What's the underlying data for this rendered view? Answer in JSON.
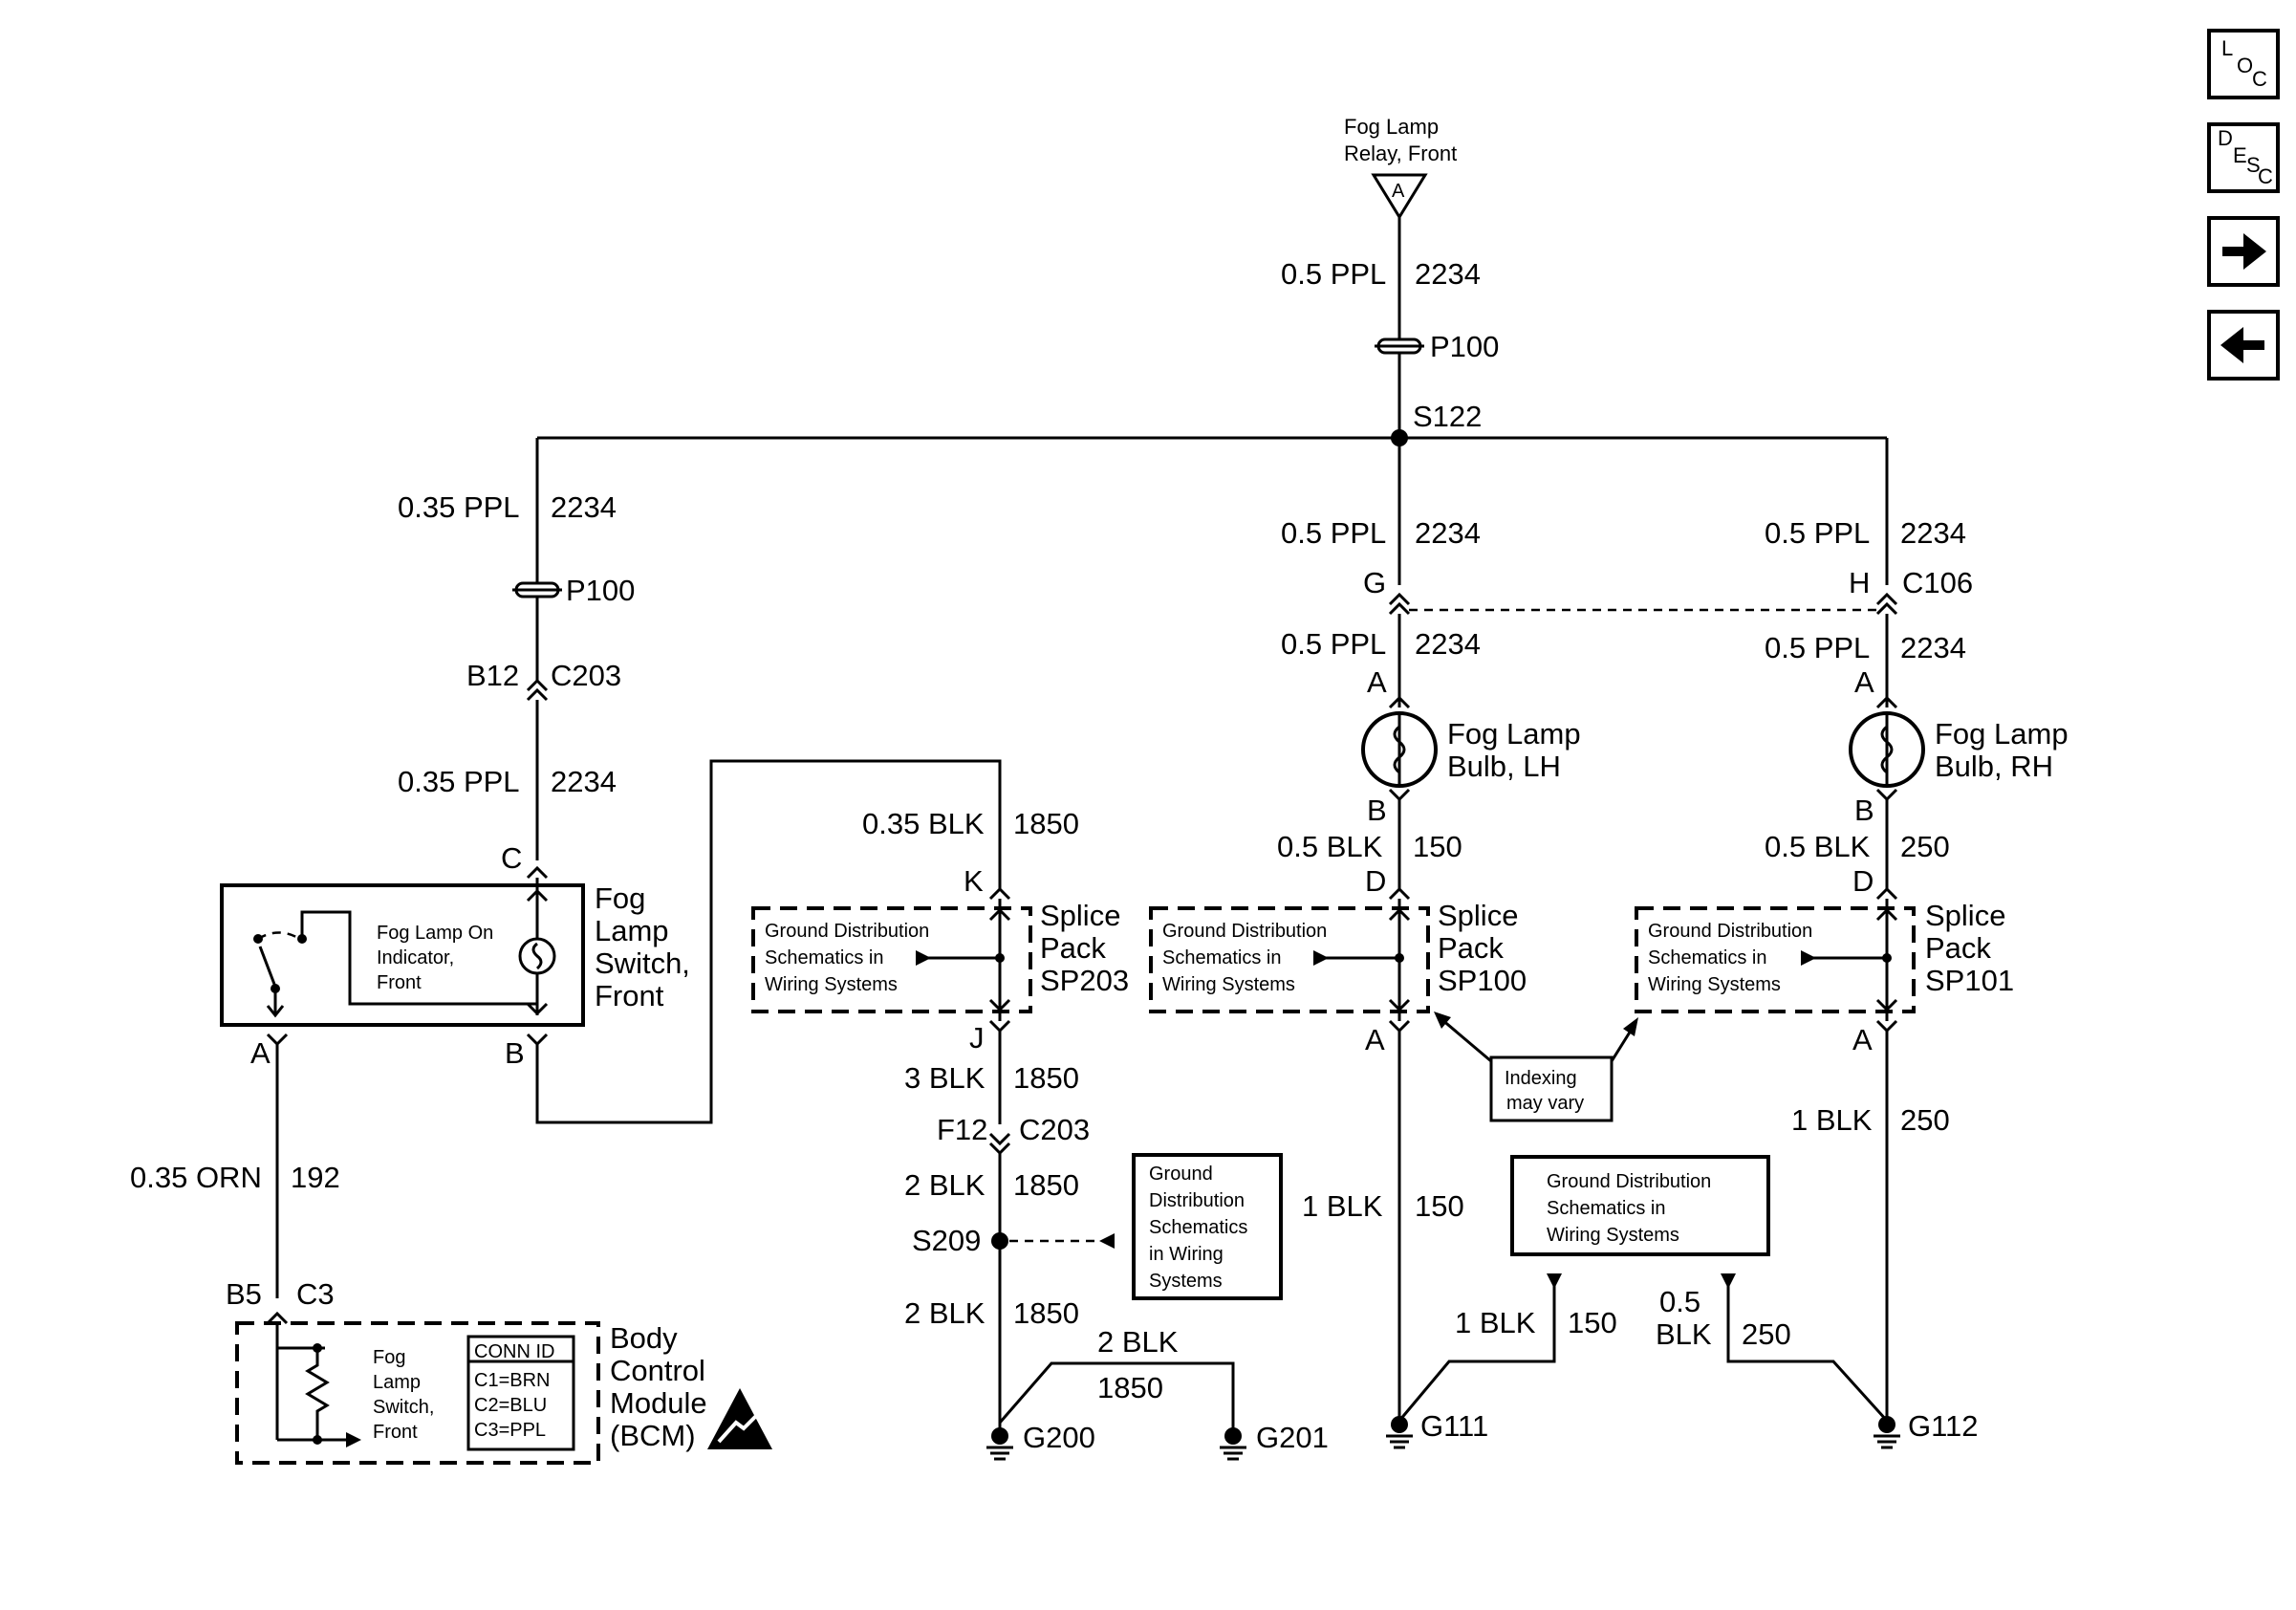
{
  "nav": {
    "loc": {
      "l": "L",
      "o": "O",
      "c": "C"
    },
    "desc": {
      "d": "D",
      "e": "E",
      "s": "S",
      "c": "C"
    },
    "forward_icon": "arrow-right-icon",
    "back_icon": "arrow-left-icon"
  },
  "relay": {
    "line1": "Fog Lamp",
    "line2": "Relay, Front",
    "pin": "A"
  },
  "top_wire": {
    "gauge": "0.5 PPL",
    "circuit": "2234"
  },
  "top_connector": "P100",
  "splice_top": "S122",
  "left_branch": {
    "wire1": {
      "gauge": "0.35 PPL",
      "circuit": "2234"
    },
    "connector": "P100",
    "pin": "B12",
    "c203": "C203",
    "wire2": {
      "gauge": "0.35 PPL",
      "circuit": "2234"
    },
    "pin_c": "C"
  },
  "switch": {
    "indicator": [
      "Fog Lamp On",
      "Indicator,",
      "Front"
    ],
    "label": [
      "Fog",
      "Lamp",
      "Switch,",
      "Front"
    ],
    "pin_a": "A",
    "pin_b": "B"
  },
  "orn_wire": {
    "gauge": "0.35 ORN",
    "circuit": "192"
  },
  "bcm": {
    "pin": "B5",
    "conn": "C3",
    "inner": [
      "Fog",
      "Lamp",
      "Switch,",
      "Front"
    ],
    "conn_id": [
      "CONN ID",
      "C1=BRN",
      "C2=BLU",
      "C3=PPL"
    ],
    "label": [
      "Body",
      "Control",
      "Module",
      "(BCM)"
    ]
  },
  "sp203": {
    "wire_in": {
      "gauge": "0.35 BLK",
      "circuit": "1850"
    },
    "pin_k": "K",
    "gd": [
      "Ground Distribution",
      "Schematics in",
      "Wiring Systems"
    ],
    "label": [
      "Splice",
      "Pack",
      "SP203"
    ],
    "pin_j": "J",
    "wire_out": {
      "gauge": "3 BLK",
      "circuit": "1850"
    },
    "c203_pin": "F12",
    "c203": "C203",
    "wire2": {
      "gauge": "2 BLK",
      "circuit": "1850"
    },
    "splice": "S209",
    "wire3": {
      "gauge": "2 BLK",
      "circuit": "1850"
    },
    "g201_wire": {
      "gauge": "2 BLK",
      "circuit": "1850"
    },
    "g200": "G200",
    "g201": "G201"
  },
  "gd_box_s209": [
    "Ground",
    "Distribution",
    "Schematics",
    "in Wiring",
    "Systems"
  ],
  "lh": {
    "wire1": {
      "gauge": "0.5 PPL",
      "circuit": "2234"
    },
    "pin_g": "G",
    "wire2": {
      "gauge": "0.5 PPL",
      "circuit": "2234"
    },
    "pin_a": "A",
    "bulb": [
      "Fog Lamp",
      "Bulb, LH"
    ],
    "pin_b": "B",
    "wire3": {
      "gauge": "0.5 BLK",
      "circuit": "150"
    },
    "pin_d": "D",
    "gd": [
      "Ground Distribution",
      "Schematics in",
      "Wiring Systems"
    ],
    "sp": [
      "Splice",
      "Pack",
      "SP100"
    ],
    "pin_a2": "A",
    "wire4": {
      "gauge": "1 BLK",
      "circuit": "150"
    },
    "wire5": {
      "gauge": "1 BLK",
      "circuit": "150"
    },
    "ground": "G111"
  },
  "rh": {
    "wire1": {
      "gauge": "0.5 PPL",
      "circuit": "2234"
    },
    "pin_h": "H",
    "c106": "C106",
    "wire2": {
      "gauge": "0.5 PPL",
      "circuit": "2234"
    },
    "pin_a": "A",
    "bulb": [
      "Fog Lamp",
      "Bulb, RH"
    ],
    "pin_b": "B",
    "wire3": {
      "gauge": "0.5 BLK",
      "circuit": "250"
    },
    "pin_d": "D",
    "gd": [
      "Ground Distribution",
      "Schematics in",
      "Wiring Systems"
    ],
    "sp": [
      "Splice",
      "Pack",
      "SP101"
    ],
    "pin_a2": "A",
    "wire4": {
      "gauge": "1 BLK",
      "circuit": "250"
    },
    "wire5": {
      "gauge_line1": "0.5",
      "gauge_line2": "BLK",
      "circuit": "250"
    },
    "ground": "G112"
  },
  "indexing": [
    "Indexing",
    "may vary"
  ],
  "gd_box_bottom": [
    "Ground Distribution",
    "Schematics in",
    "Wiring Systems"
  ]
}
